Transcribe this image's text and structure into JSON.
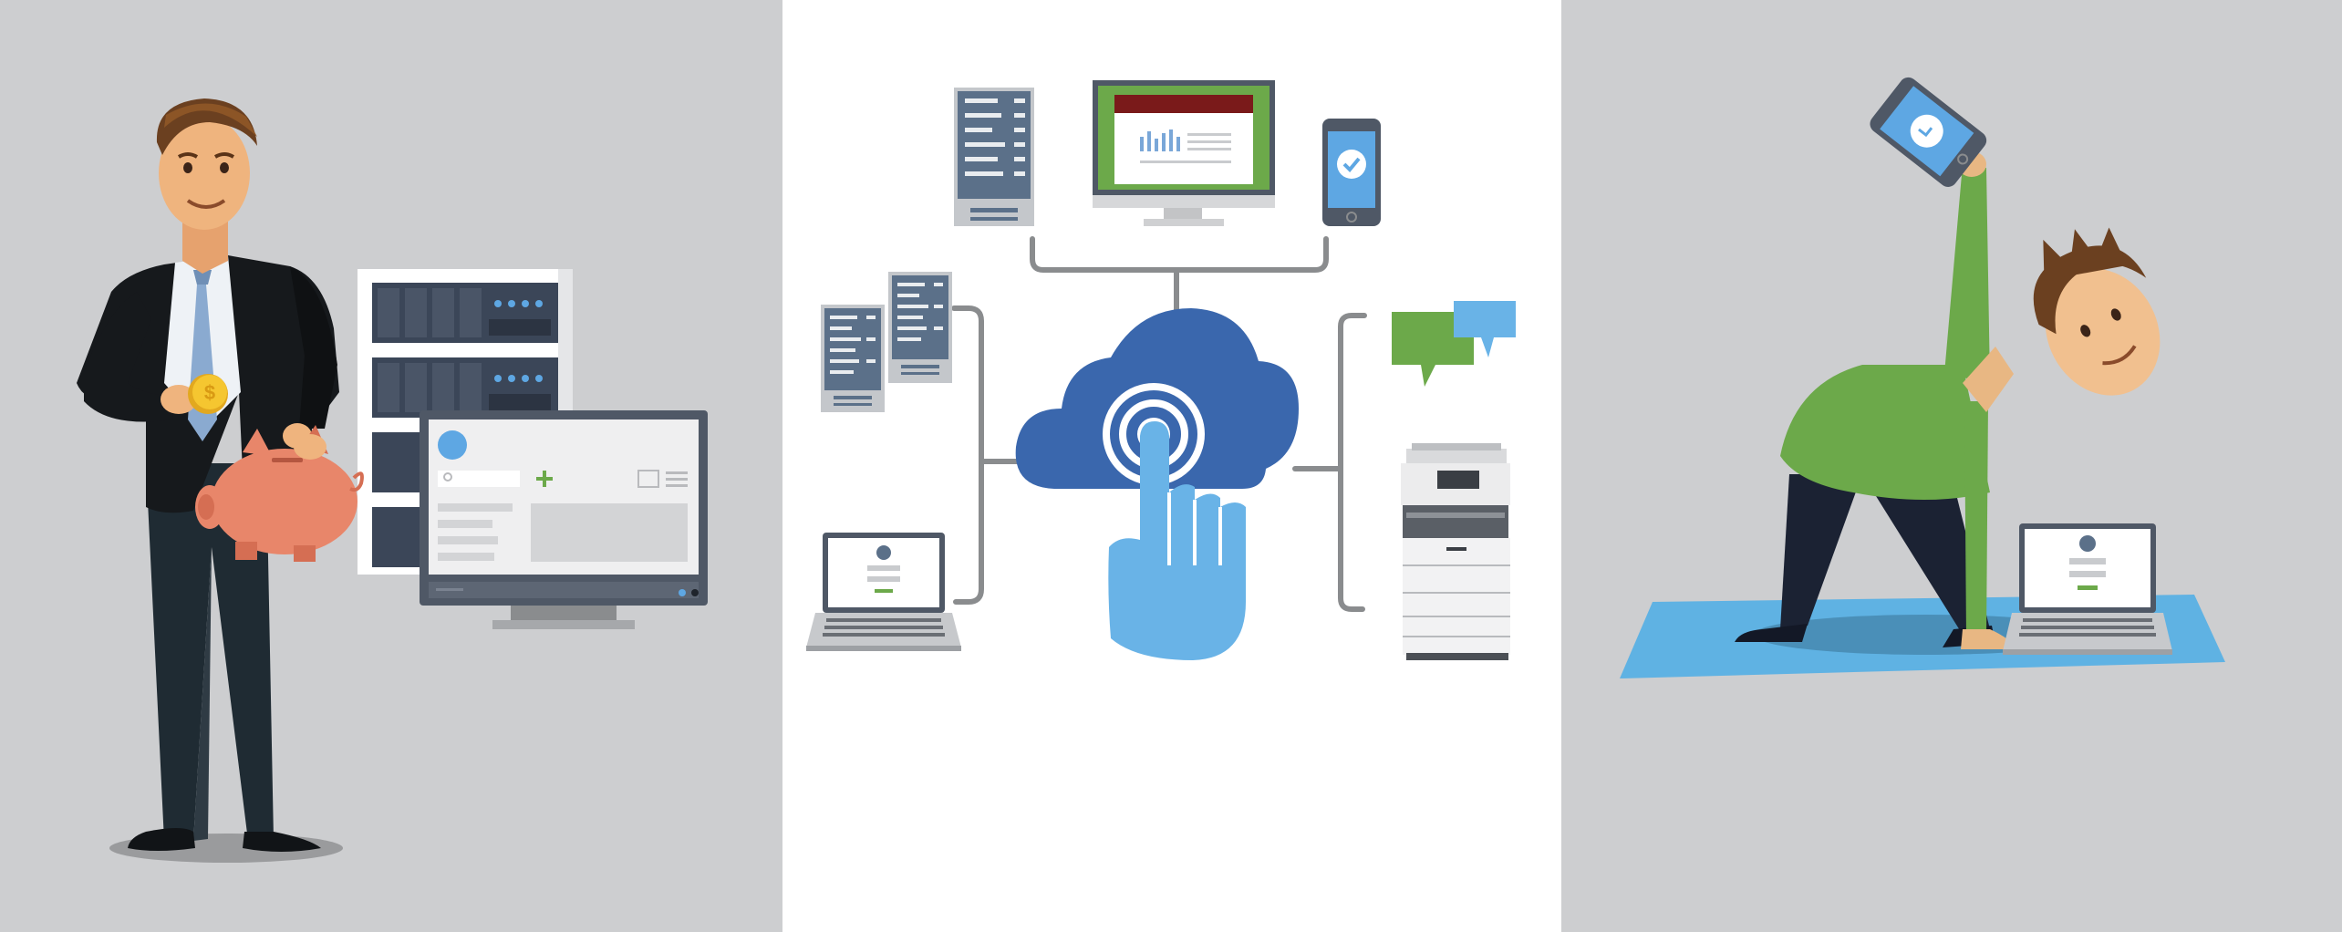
{
  "colors": {
    "side_panel_bg": "#cdced0",
    "center_panel_bg": "#ffffff",
    "cloud_blue": "#3a67ad",
    "hand_blue": "#69b3e7",
    "accent_green": "#6ca94a",
    "connector_gray": "#8a8c8e",
    "doc_slate": "#5b7089",
    "mat_blue": "#5fb2e3",
    "piggy_pink": "#e8866a",
    "coin_gold": "#f2c12e"
  },
  "panels": {
    "left": {
      "illustration": "businessman-saving-money",
      "elements": [
        "businessman",
        "piggy-bank",
        "gold-coin",
        "server-rack",
        "desktop-monitor"
      ]
    },
    "center": {
      "illustration": "cloud-connected-devices",
      "elements": [
        "cloud-touch-icon",
        "document-stack",
        "desktop-monitor",
        "smartphone",
        "laptop",
        "chat-bubbles",
        "multifunction-printer"
      ]
    },
    "right": {
      "illustration": "man-stretching-on-yoga-mat",
      "elements": [
        "man-in-green-shirt",
        "smartphone",
        "laptop",
        "yoga-mat"
      ]
    }
  }
}
